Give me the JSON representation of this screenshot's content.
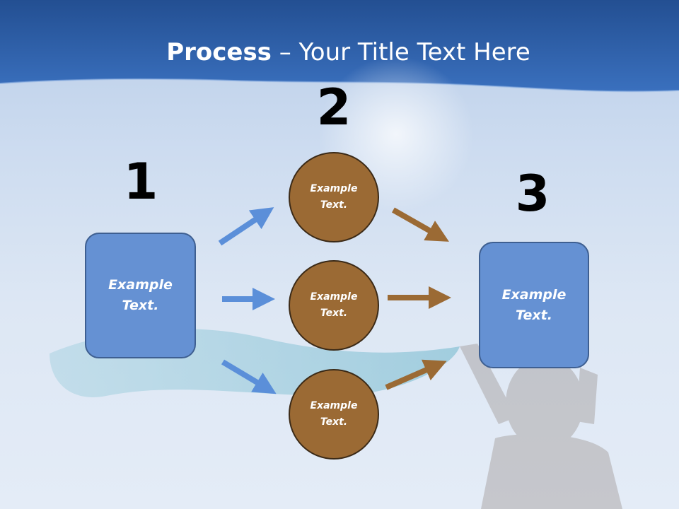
{
  "slide": {
    "title_bold": "Process",
    "title_rest": " – Your Title Text Here"
  },
  "steps": [
    {
      "number": "1"
    },
    {
      "number": "2"
    },
    {
      "number": "3"
    }
  ],
  "left_box": {
    "line1": "Example",
    "line2": "Text."
  },
  "right_box": {
    "line1": "Example",
    "line2": "Text."
  },
  "circles": [
    {
      "line1": "Example",
      "line2": "Text."
    },
    {
      "line1": "Example",
      "line2": "Text."
    },
    {
      "line1": "Example",
      "line2": "Text."
    }
  ],
  "colors": {
    "header_blue": "#2b5fa8",
    "box_blue": "#6591d3",
    "circle_brown": "#9b6a34",
    "arrow_blue": "#5b8fd9",
    "arrow_brown": "#9b6a34"
  }
}
